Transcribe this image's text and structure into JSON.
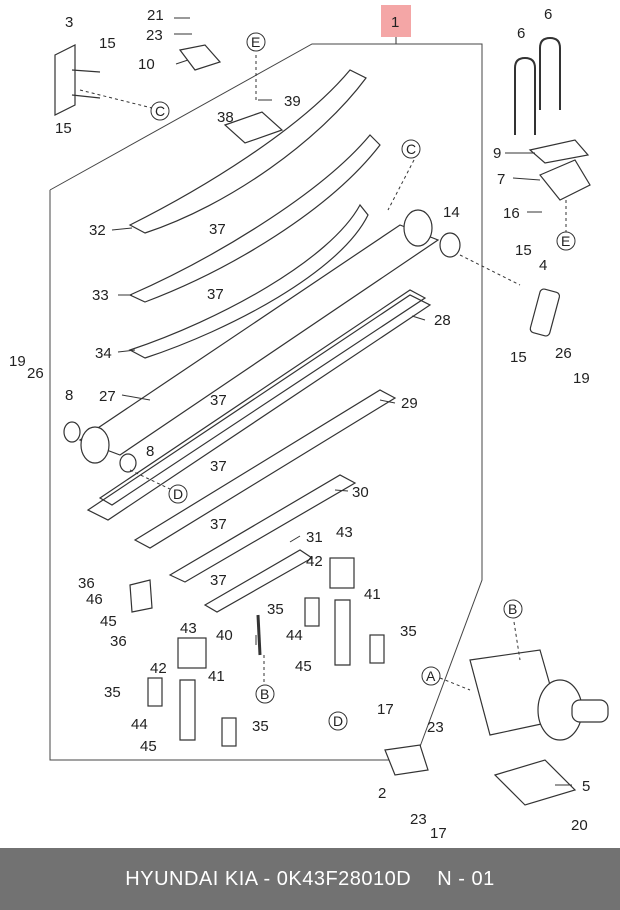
{
  "diagram": {
    "assembly_number": "1",
    "callouts": [
      "2",
      "3",
      "4",
      "5",
      "6",
      "6",
      "7",
      "8",
      "8",
      "9",
      "10",
      "14",
      "15",
      "15",
      "15",
      "15",
      "16",
      "17",
      "17",
      "19",
      "19",
      "20",
      "21",
      "23",
      "23",
      "23",
      "26",
      "26",
      "27",
      "28",
      "29",
      "30",
      "31",
      "32",
      "33",
      "34",
      "35",
      "35",
      "35",
      "35",
      "36",
      "36",
      "37",
      "37",
      "37",
      "37",
      "37",
      "37",
      "38",
      "39",
      "40",
      "41",
      "41",
      "42",
      "42",
      "43",
      "43",
      "44",
      "44",
      "45",
      "45",
      "45",
      "46"
    ],
    "reference_circles": [
      "A",
      "B",
      "B",
      "C",
      "C",
      "D",
      "D",
      "E",
      "E"
    ]
  },
  "footer": {
    "brand": "HYUNDAI  KIA - 0K43F28010D",
    "page": "N - 01"
  },
  "colors": {
    "footer_bg": "#727272",
    "marker": "#f4a6a6",
    "line": "#333333"
  }
}
